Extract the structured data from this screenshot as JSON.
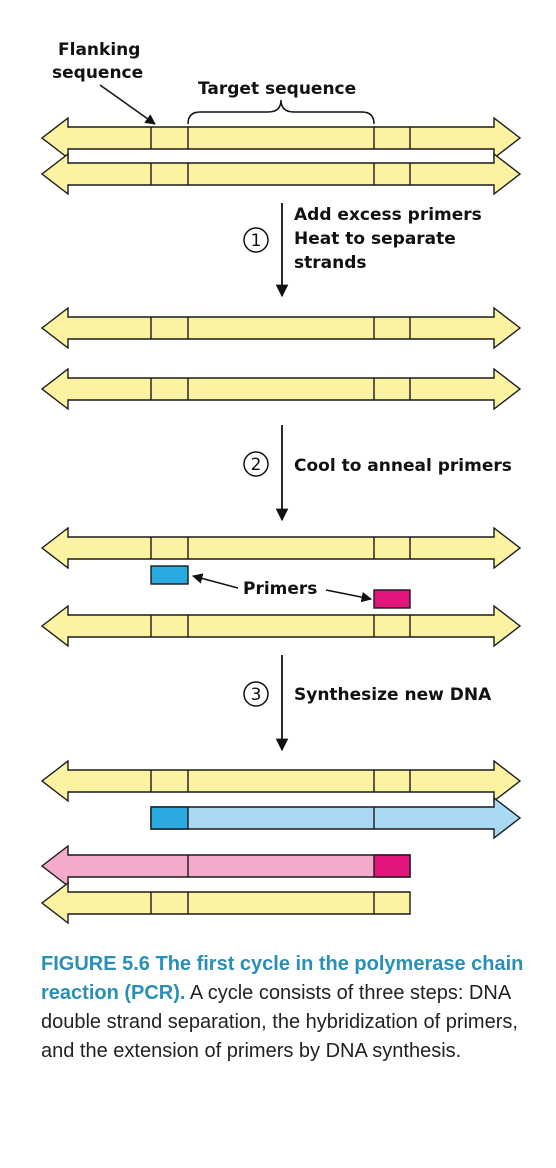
{
  "labels": {
    "flanking_line1": "Flanking",
    "flanking_line2": "sequence",
    "target": "Target sequence",
    "primers": "Primers"
  },
  "steps": [
    {
      "number": "1",
      "lines": [
        "Add excess primers",
        "Heat to separate",
        "strands"
      ]
    },
    {
      "number": "2",
      "lines": [
        "Cool to anneal primers"
      ]
    },
    {
      "number": "3",
      "lines": [
        "Synthesize new DNA"
      ]
    }
  ],
  "caption": {
    "title": "FIGURE 5.6 The first cycle in the polymerase chain reaction (PCR).",
    "body": " A cycle consists of three steps: DNA double strand separation, the hybridization of primers, and the extension of primers by DNA synthesis."
  },
  "colors": {
    "template_strand": "#fbf2a2",
    "primer": "#2aa8e0",
    "new_strand_forward": "#a9d9f2",
    "primer_reverse": "#e2157c",
    "new_strand_reverse": "#f4aacb",
    "outline": "#1a1a1a"
  }
}
